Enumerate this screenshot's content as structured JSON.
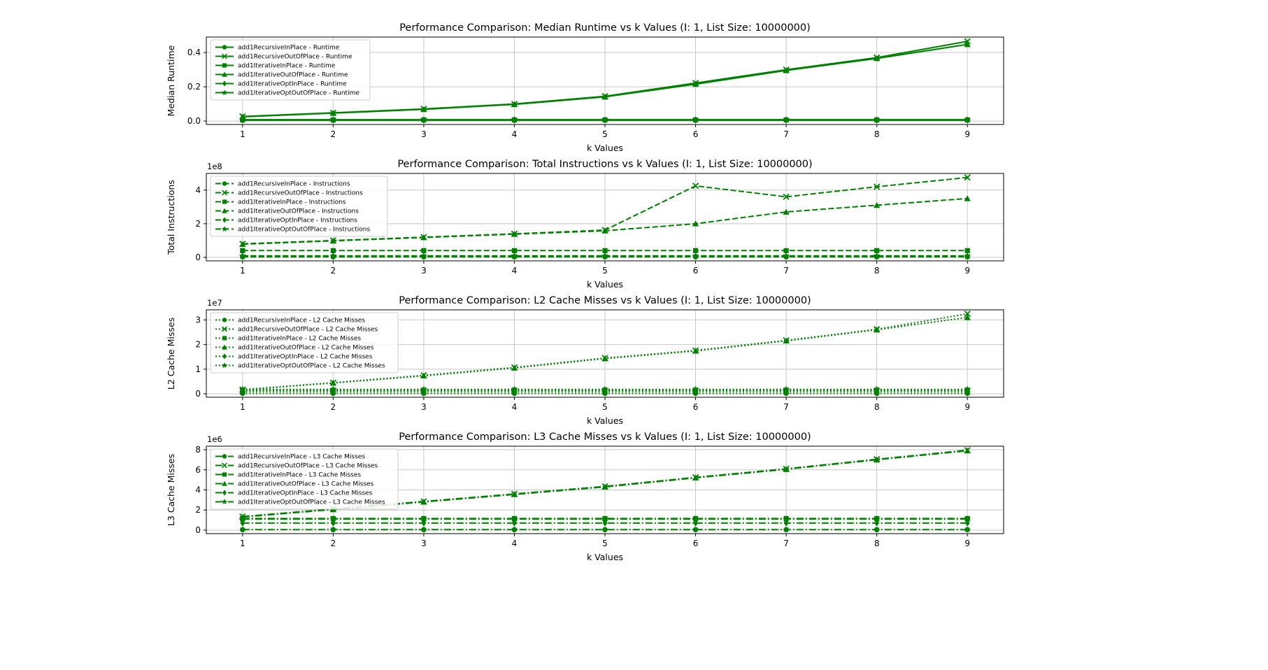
{
  "figure": {
    "accent_color": "#008000",
    "background": "#ffffff",
    "grid_color": "#c8c8c8",
    "x_tick_labels": [
      "1",
      "2",
      "3",
      "4",
      "5",
      "6",
      "7",
      "8",
      "9"
    ]
  },
  "chart_data": [
    {
      "type": "line",
      "title": "Performance Comparison: Median Runtime vs k Values (I: 1, List Size: 10000000)",
      "xlabel": "k Values",
      "ylabel": "Median Runtime",
      "x": [
        1,
        2,
        3,
        4,
        5,
        6,
        7,
        8,
        9
      ],
      "xlim": [
        0.6,
        9.4
      ],
      "ylim": [
        -0.02,
        0.49
      ],
      "ytick_values": [
        0.0,
        0.2,
        0.4
      ],
      "ytick_labels": [
        "0.0",
        "0.2",
        "0.4"
      ],
      "offset_text": "",
      "linestyle": "solid",
      "grid": true,
      "legend_location": "upper left",
      "series": [
        {
          "name": "add1RecursiveInPlace - Runtime",
          "marker": "circle",
          "values": [
            0.006,
            0.006,
            0.006,
            0.006,
            0.006,
            0.006,
            0.006,
            0.006,
            0.006
          ]
        },
        {
          "name": "add1RecursiveOutOfPlace - Runtime",
          "marker": "x",
          "values": [
            0.027,
            0.048,
            0.071,
            0.1,
            0.145,
            0.222,
            0.3,
            0.37,
            0.465
          ]
        },
        {
          "name": "add1IterativeInPlace - Runtime",
          "marker": "square",
          "values": [
            0.007,
            0.007,
            0.007,
            0.007,
            0.007,
            0.007,
            0.007,
            0.007,
            0.007
          ]
        },
        {
          "name": "add1IterativeOutOfPlace - Runtime",
          "marker": "triangle",
          "values": [
            0.025,
            0.046,
            0.068,
            0.097,
            0.141,
            0.215,
            0.295,
            0.365,
            0.447
          ]
        },
        {
          "name": "add1IterativeOptInPlace - Runtime",
          "marker": "diamond",
          "values": [
            0.005,
            0.005,
            0.005,
            0.005,
            0.005,
            0.005,
            0.005,
            0.005,
            0.005
          ]
        },
        {
          "name": "add1IterativeOptOutOfPlace - Runtime",
          "marker": "star",
          "values": [
            0.008,
            0.008,
            0.008,
            0.008,
            0.008,
            0.008,
            0.008,
            0.008,
            0.008
          ]
        }
      ]
    },
    {
      "type": "line",
      "title": "Performance Comparison: Total Instructions vs k Values (I: 1, List Size: 10000000)",
      "xlabel": "k Values",
      "ylabel": "Total Instructions",
      "x": [
        1,
        2,
        3,
        4,
        5,
        6,
        7,
        8,
        9
      ],
      "xlim": [
        0.6,
        9.4
      ],
      "ylim": [
        -21000000,
        499000000
      ],
      "ytick_values": [
        0,
        200000000,
        400000000
      ],
      "ytick_labels": [
        "0",
        "2",
        "4"
      ],
      "offset_text": "1e8",
      "linestyle": "dashed",
      "grid": true,
      "legend_location": "upper left",
      "series": [
        {
          "name": "add1RecursiveInPlace - Instructions",
          "marker": "circle",
          "values": [
            3000000,
            3000000,
            3000000,
            3000000,
            3000000,
            3000000,
            3000000,
            3000000,
            3000000
          ]
        },
        {
          "name": "add1RecursiveOutOfPlace - Instructions",
          "marker": "x",
          "values": [
            80000000,
            100000000,
            120000000,
            140000000,
            162000000,
            425000000,
            360000000,
            420000000,
            475000000
          ]
        },
        {
          "name": "add1IterativeInPlace - Instructions",
          "marker": "square",
          "values": [
            40000000,
            40000000,
            40000000,
            40000000,
            40000000,
            40000000,
            40000000,
            40000000,
            40000000
          ]
        },
        {
          "name": "add1IterativeOutOfPlace - Instructions",
          "marker": "triangle",
          "values": [
            78000000,
            98000000,
            118000000,
            138000000,
            158000000,
            200000000,
            270000000,
            310000000,
            350000000
          ]
        },
        {
          "name": "add1IterativeOptInPlace - Instructions",
          "marker": "diamond",
          "values": [
            6000000,
            6000000,
            6000000,
            6000000,
            6000000,
            6000000,
            6000000,
            6000000,
            6000000
          ]
        },
        {
          "name": "add1IterativeOptOutOfPlace - Instructions",
          "marker": "star",
          "values": [
            9000000,
            9000000,
            9000000,
            9000000,
            9000000,
            9000000,
            9000000,
            9000000,
            9000000
          ]
        }
      ]
    },
    {
      "type": "line",
      "title": "Performance Comparison: L2 Cache Misses vs k Values (I: 1, List Size: 10000000)",
      "xlabel": "k Values",
      "ylabel": "L2 Cache Misses",
      "x": [
        1,
        2,
        3,
        4,
        5,
        6,
        7,
        8,
        9
      ],
      "xlim": [
        0.6,
        9.4
      ],
      "ylim": [
        -1400000,
        34100000
      ],
      "ytick_values": [
        0,
        10000000,
        20000000,
        30000000
      ],
      "ytick_labels": [
        "0",
        "1",
        "2",
        "3"
      ],
      "offset_text": "1e7",
      "linestyle": "dotted",
      "grid": true,
      "legend_location": "upper left",
      "series": [
        {
          "name": "add1RecursiveInPlace - L2 Cache Misses",
          "marker": "circle",
          "values": [
            200000,
            200000,
            200000,
            200000,
            200000,
            200000,
            200000,
            200000,
            200000
          ]
        },
        {
          "name": "add1RecursiveOutOfPlace - L2 Cache Misses",
          "marker": "x",
          "values": [
            1700000,
            4500000,
            7500000,
            10700000,
            14500000,
            17600000,
            21700000,
            26200000,
            32500000
          ]
        },
        {
          "name": "add1IterativeInPlace - L2 Cache Misses",
          "marker": "square",
          "values": [
            1500000,
            1500000,
            1500000,
            1500000,
            1500000,
            1500000,
            1500000,
            1500000,
            1500000
          ]
        },
        {
          "name": "add1IterativeOutOfPlace - L2 Cache Misses",
          "marker": "triangle",
          "values": [
            1600000,
            4400000,
            7300000,
            10500000,
            14300000,
            17400000,
            21500000,
            26000000,
            31000000
          ]
        },
        {
          "name": "add1IterativeOptInPlace - L2 Cache Misses",
          "marker": "diamond",
          "values": [
            1000000,
            1000000,
            1000000,
            1000000,
            1000000,
            1000000,
            1000000,
            1000000,
            1000000
          ]
        },
        {
          "name": "add1IterativeOptOutOfPlace - L2 Cache Misses",
          "marker": "star",
          "values": [
            1800000,
            1800000,
            1800000,
            1800000,
            1800000,
            1800000,
            1800000,
            1800000,
            1800000
          ]
        }
      ]
    },
    {
      "type": "line",
      "title": "Performance Comparison: L3 Cache Misses vs k Values (I: 1, List Size: 10000000)",
      "xlabel": "k Values",
      "ylabel": "L3 Cache Misses",
      "x": [
        1,
        2,
        3,
        4,
        5,
        6,
        7,
        8,
        9
      ],
      "xlim": [
        0.6,
        9.4
      ],
      "ylim": [
        -350000,
        8350000
      ],
      "ytick_values": [
        0,
        2000000,
        4000000,
        6000000,
        8000000
      ],
      "ytick_labels": [
        "0",
        "2",
        "4",
        "6",
        "8"
      ],
      "offset_text": "1e6",
      "linestyle": "dashdot",
      "grid": true,
      "legend_location": "upper left",
      "series": [
        {
          "name": "add1RecursiveInPlace - L3 Cache Misses",
          "marker": "circle",
          "values": [
            50000,
            50000,
            50000,
            50000,
            50000,
            50000,
            50000,
            50000,
            50000
          ]
        },
        {
          "name": "add1RecursiveOutOfPlace - L3 Cache Misses",
          "marker": "x",
          "values": [
            1350000,
            2100000,
            2850000,
            3600000,
            4350000,
            5250000,
            6100000,
            7050000,
            7950000
          ]
        },
        {
          "name": "add1IterativeInPlace - L3 Cache Misses",
          "marker": "square",
          "values": [
            1150000,
            1150000,
            1150000,
            1150000,
            1150000,
            1150000,
            1150000,
            1150000,
            1150000
          ]
        },
        {
          "name": "add1IterativeOutOfPlace - L3 Cache Misses",
          "marker": "triangle",
          "values": [
            1300000,
            2050000,
            2800000,
            3550000,
            4300000,
            5200000,
            6050000,
            7000000,
            7900000
          ]
        },
        {
          "name": "add1IterativeOptInPlace - L3 Cache Misses",
          "marker": "diamond",
          "values": [
            700000,
            700000,
            700000,
            700000,
            700000,
            700000,
            700000,
            700000,
            700000
          ]
        },
        {
          "name": "add1IterativeOptOutOfPlace - L3 Cache Misses",
          "marker": "star",
          "values": [
            1100000,
            1100000,
            1100000,
            1100000,
            1100000,
            1100000,
            1100000,
            1100000,
            1100000
          ]
        }
      ]
    }
  ]
}
